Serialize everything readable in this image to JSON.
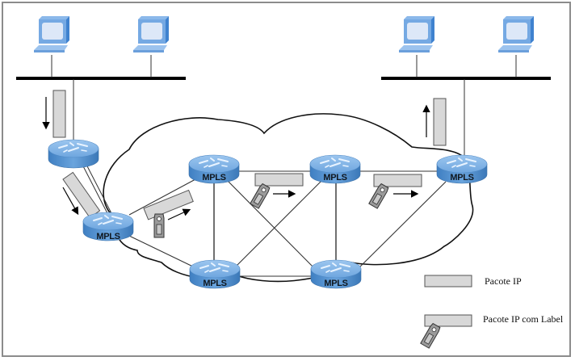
{
  "diagram": {
    "title": "MPLS network diagram",
    "router_label": "MPLS",
    "colors": {
      "router_top": "#7fb3e6",
      "router_side": "#4d8ccc",
      "computer": "#6fa3dd",
      "packet_fill": "#d8d8d8",
      "packet_stroke": "#555555",
      "cloud_stroke": "#111111",
      "bus": "#000000"
    },
    "left_lan": {
      "hosts": [
        "host-1",
        "host-2"
      ]
    },
    "right_lan": {
      "hosts": [
        "host-3",
        "host-4"
      ]
    },
    "routers": [
      {
        "id": "edge-left",
        "label": ""
      },
      {
        "id": "ler-ingress",
        "label": "MPLS"
      },
      {
        "id": "lsr-top-1",
        "label": "MPLS"
      },
      {
        "id": "lsr-top-2",
        "label": "MPLS"
      },
      {
        "id": "ler-egress",
        "label": "MPLS"
      },
      {
        "id": "lsr-bottom-1",
        "label": "MPLS"
      },
      {
        "id": "lsr-bottom-2",
        "label": "MPLS"
      }
    ],
    "links": [
      [
        "edge-left",
        "ler-ingress"
      ],
      [
        "ler-ingress",
        "lsr-top-1"
      ],
      [
        "ler-ingress",
        "lsr-bottom-1"
      ],
      [
        "lsr-top-1",
        "lsr-top-2"
      ],
      [
        "lsr-top-1",
        "lsr-bottom-1"
      ],
      [
        "lsr-top-1",
        "lsr-bottom-2"
      ],
      [
        "lsr-top-2",
        "lsr-bottom-1"
      ],
      [
        "lsr-top-2",
        "lsr-bottom-2"
      ],
      [
        "lsr-top-2",
        "ler-egress"
      ],
      [
        "lsr-bottom-1",
        "lsr-bottom-2"
      ],
      [
        "lsr-bottom-2",
        "ler-egress"
      ]
    ]
  },
  "legend": {
    "items": [
      {
        "icon": "ip-packet-icon",
        "label": "Pacote IP"
      },
      {
        "icon": "labeled-packet-icon",
        "label": "Pacote IP com Label"
      }
    ]
  }
}
